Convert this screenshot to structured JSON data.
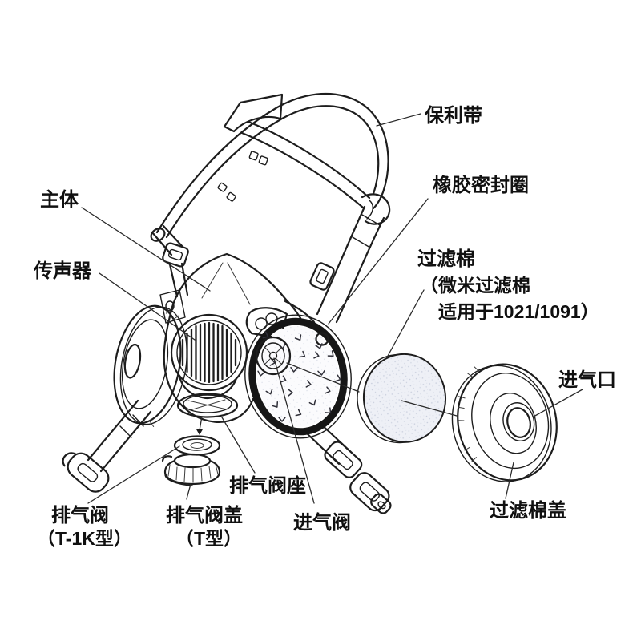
{
  "figure": {
    "type": "exploded-parts line diagram",
    "subject": "half-face respirator mask components",
    "background_color": "#ffffff",
    "line_color": "#1d1d1d",
    "filter_speckle_color": "#c7cddc"
  },
  "labels": {
    "head_strap": "保利带",
    "rubber_seal_ring": "橡胶密封圈",
    "filter_cotton": {
      "line1": "过滤棉",
      "line2": "（微米过滤棉",
      "line3": "适用于1021/1091）"
    },
    "air_inlet": "进气口",
    "filter_cotton_cover": "过滤棉盖",
    "main_body": "主体",
    "voice_transmitter": "传声器",
    "exhaust_valve": {
      "line1": "排气阀",
      "line2": "（T-1K型）"
    },
    "exhaust_valve_cover": {
      "line1": "排气阀盖",
      "line2": "（T型）"
    },
    "exhaust_valve_seat": "排气阀座",
    "intake_valve": "进气阀"
  }
}
